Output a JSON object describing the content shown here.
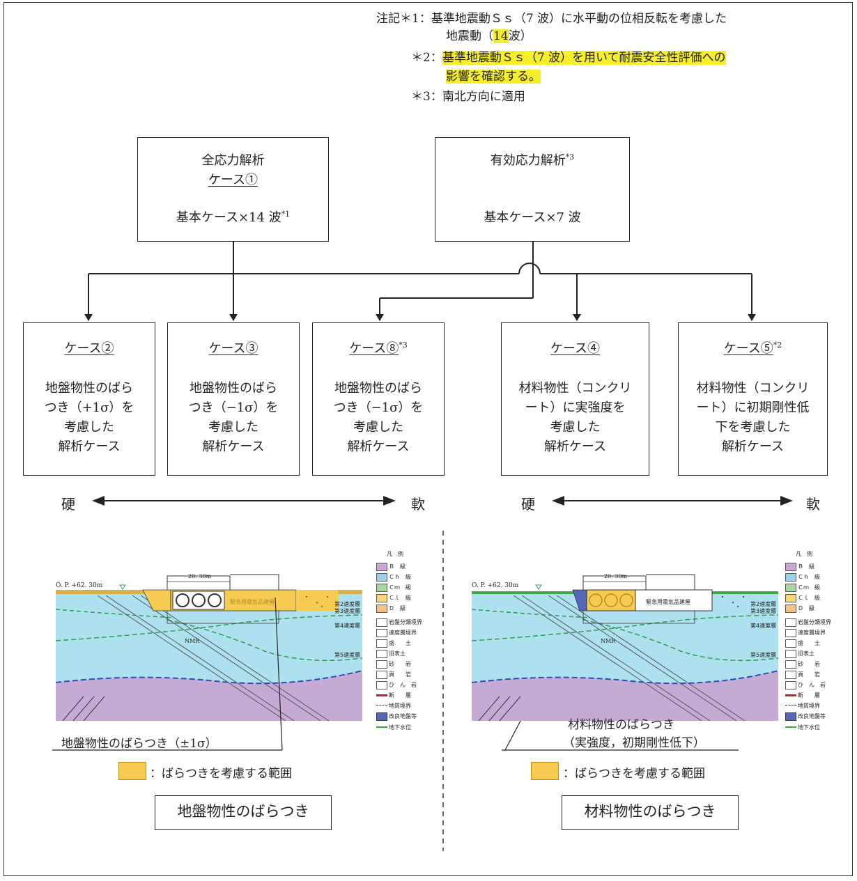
{
  "notes": {
    "n1_prefix": "注記＊1：",
    "n1_line1": "基準地震動Ｓｓ（7 波）に水平動の位相反転を考慮した",
    "n1_line2_a": "地震動（",
    "n1_line2_hl": "14",
    "n1_line2_b": "波）",
    "n2_prefix": "＊2：",
    "n2_line1": "基準地震動Ｓｓ（7 波）を用いて耐震安全性評価への",
    "n2_line2": "影響を確認する。",
    "n3_prefix": "＊3：",
    "n3_line1": "南北方向に適用"
  },
  "top_boxes": {
    "total": {
      "title": "全応力解析",
      "case": "ケース①",
      "body": "基本ケース×14 波",
      "sup": "*1"
    },
    "effective": {
      "title": "有効応力解析",
      "sup_title": "*3",
      "body": "基本ケース×7 波"
    }
  },
  "cases": [
    {
      "label": "ケース②",
      "sup": "",
      "lines": [
        "地盤物性のばら",
        "つき（+1σ）を",
        "考慮した",
        "解析ケース"
      ]
    },
    {
      "label": "ケース③",
      "sup": "",
      "lines": [
        "地盤物性のばら",
        "つき（−1σ）を",
        "考慮した",
        "解析ケース"
      ]
    },
    {
      "label": "ケース⑧",
      "sup": "*3",
      "lines": [
        "地盤物性のばら",
        "つき（−1σ）を",
        "考慮した",
        "解析ケース"
      ]
    },
    {
      "label": "ケース④",
      "sup": "",
      "lines": [
        "材料物性（コンクリ",
        "ート）に実強度を",
        "考慮した",
        "解析ケース"
      ]
    },
    {
      "label": "ケース⑤",
      "sup": "*2",
      "lines": [
        "材料物性（コンクリ",
        "ート）に初期剛性低",
        "下を考慮した",
        "解析ケース"
      ]
    }
  ],
  "scale": {
    "hard": "硬",
    "soft": "軟"
  },
  "section": {
    "op_label": "O. P. +62. 30m",
    "width_label": "20. 30m",
    "building_label": "緊急用電気品建屋",
    "nmr": "NMR",
    "layers": [
      "第2速度層",
      "第3速度層",
      "第4速度層",
      "第5速度層"
    ]
  },
  "legend": {
    "title": "凡　例",
    "items": [
      "Ｂ　級",
      "Ｃｈ　級",
      "Ｃｍ　級",
      "Ｃｌ　級",
      "Ｄ　級",
      "岩盤分類境界",
      "速度層境界",
      "盛　　土",
      "旧表土",
      "砂　　岩",
      "頁　　岩",
      "ひ　ん　岩",
      "断　　層",
      "地質境界",
      "改良地盤等",
      "地下水位"
    ],
    "colors": [
      "#c9a6d6",
      "#9fd0ea",
      "#a9d6a0",
      "#f4d57a",
      "#f2c48a"
    ]
  },
  "left_panel": {
    "annotation": "地盤物性のばらつき（±1σ）",
    "legend_text": "：ばらつきを考慮する範囲",
    "title": "地盤物性のばらつき"
  },
  "right_panel": {
    "annotation_1": "材料物性のばらつき",
    "annotation_2": "（実強度，初期剛性低下）",
    "legend_text": "：ばらつきを考慮する範囲",
    "title": "材料物性のばらつき"
  },
  "colors": {
    "highlight": "#f7ee2a",
    "variation": "#f6cb52",
    "water": "#aee1ef",
    "rock": "#c5abd4"
  }
}
